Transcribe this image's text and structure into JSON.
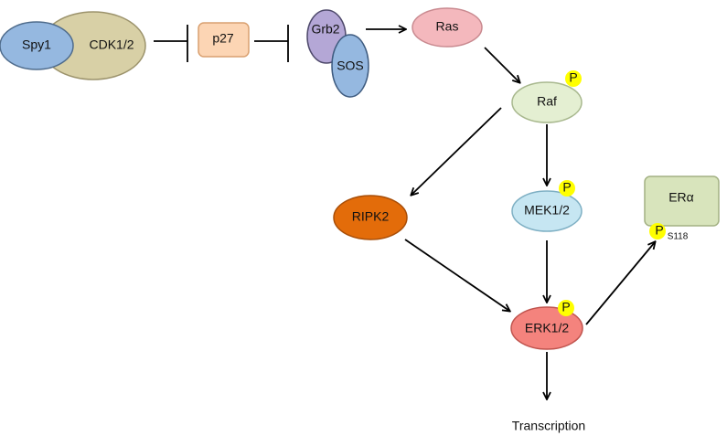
{
  "nodes": {
    "spy1": {
      "label": "Spy1",
      "color": "#95b8e0"
    },
    "cdk": {
      "label": "CDK1/2",
      "color": "#d8d0a6"
    },
    "p27": {
      "label": "p27",
      "color": "#fcd5b4"
    },
    "grb2": {
      "label": "Grb2",
      "color": "#b4a7d6"
    },
    "sos": {
      "label": "SOS",
      "color": "#95b8e0"
    },
    "ras": {
      "label": "Ras",
      "color": "#f4b8bd"
    },
    "raf": {
      "label": "Raf",
      "color": "#e4efd2"
    },
    "mek": {
      "label": "MEK1/2",
      "color": "#c6e6f2"
    },
    "ripk2": {
      "label": "RIPK2",
      "color": "#e36c0a"
    },
    "erk": {
      "label": "ERK1/2",
      "color": "#f4837d"
    },
    "era": {
      "label": "ERα",
      "color": "#d8e4bc"
    }
  },
  "phospho": {
    "label": "P",
    "color": "#ffff00",
    "site": "S118"
  },
  "output_label": "Transcription",
  "edges": [
    {
      "from": "CDK1/2",
      "to": "p27",
      "type": "inhibition"
    },
    {
      "from": "p27",
      "to": "Grb2/SOS",
      "type": "inhibition"
    },
    {
      "from": "Grb2/SOS",
      "to": "Ras",
      "type": "activation"
    },
    {
      "from": "Ras",
      "to": "Raf",
      "type": "activation"
    },
    {
      "from": "Raf",
      "to": "RIPK2",
      "type": "activation"
    },
    {
      "from": "Raf",
      "to": "MEK1/2",
      "type": "activation"
    },
    {
      "from": "RIPK2",
      "to": "ERK1/2",
      "type": "activation"
    },
    {
      "from": "MEK1/2",
      "to": "ERK1/2",
      "type": "activation"
    },
    {
      "from": "ERK1/2",
      "to": "ERα",
      "type": "activation"
    },
    {
      "from": "ERK1/2",
      "to": "Transcription",
      "type": "activation"
    }
  ]
}
